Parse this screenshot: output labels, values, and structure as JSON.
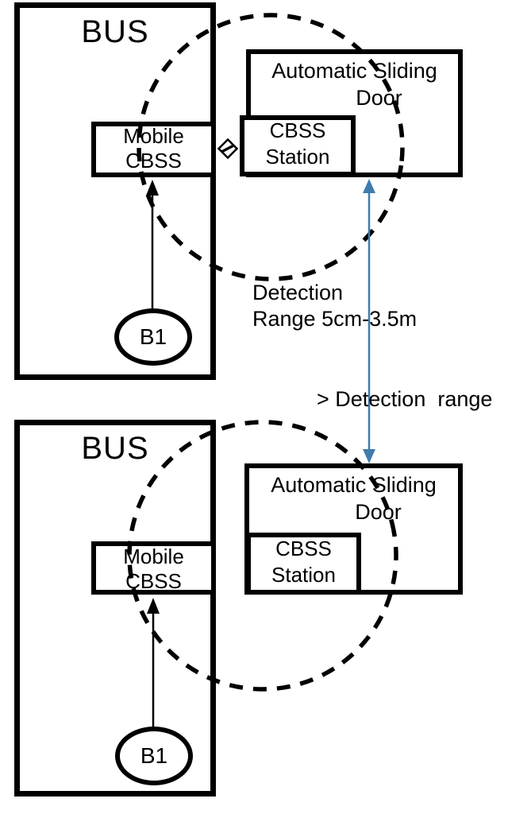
{
  "scenario_top": {
    "bus_label": "BUS",
    "mobile_cbss": {
      "line1": "Mobile",
      "line2": "CBSS"
    },
    "door": {
      "line1": "Automatic Sliding",
      "line2": "Door"
    },
    "station": {
      "line1": "CBSS",
      "line2": "Station"
    },
    "beacon_label": "B1"
  },
  "scenario_bottom": {
    "bus_label": "BUS",
    "mobile_cbss": {
      "line1": "Mobile",
      "line2": "CBSS"
    },
    "door": {
      "line1": "Automatic Sliding",
      "line2": "Door"
    },
    "station": {
      "line1": "CBSS",
      "line2": "Station"
    },
    "beacon_label": "B1"
  },
  "annotations": {
    "detection_range": {
      "line1": "Detection",
      "line2": "Range 5cm-3.5m"
    },
    "gt_detection_range": "> Detection  range"
  },
  "colors": {
    "stroke_black": "#000000",
    "range_arrow_blue": "#3f7cae"
  }
}
